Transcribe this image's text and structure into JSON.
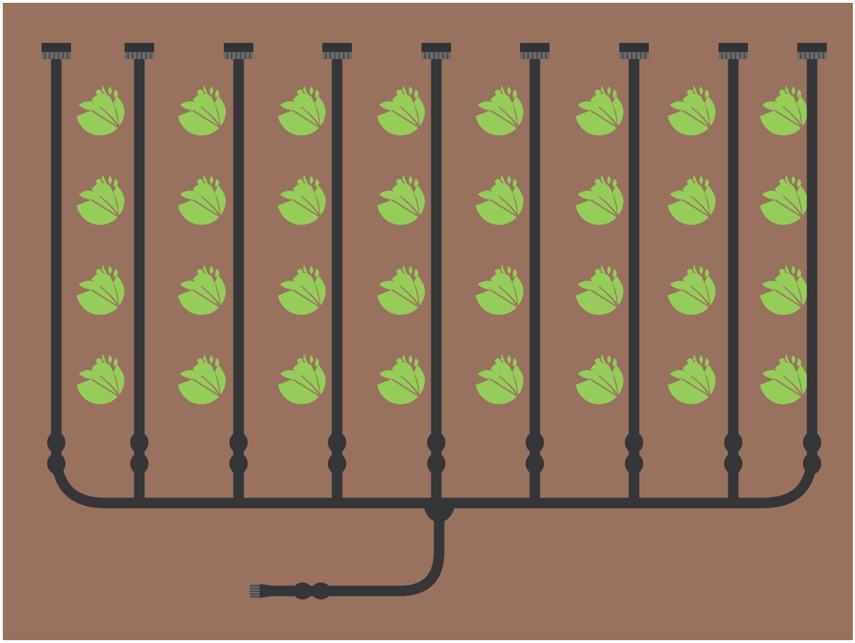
{
  "colors": {
    "soil": "#98725F",
    "pipe": "#363538",
    "emitter": "#6A6A6C",
    "emitter_top": "#333335",
    "plant": "#96CC5A",
    "plant_line": "#6E9E3F"
  },
  "layout_info": {
    "laterals": 9,
    "plant_columns": 8,
    "plant_rows": 4,
    "icons": [
      "drip-line-icon",
      "emitter-icon",
      "connector-icon",
      "lettuce-icon",
      "inlet-filter-icon"
    ]
  }
}
